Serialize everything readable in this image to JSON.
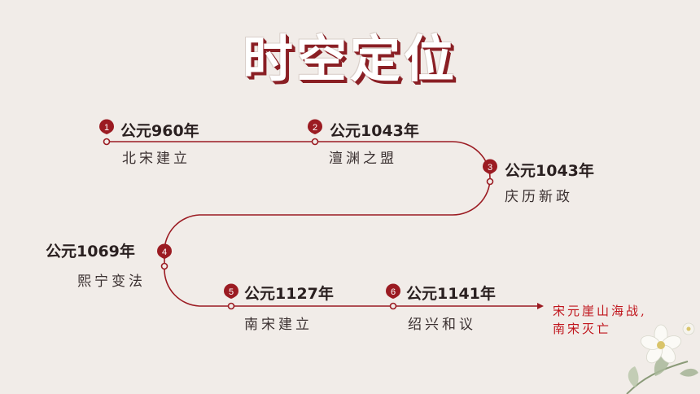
{
  "title": "时空定位",
  "colors": {
    "accent": "#9b1b22",
    "final_text": "#c0141b",
    "background": "#f1ece8"
  },
  "events": [
    {
      "num": "1",
      "year": "公元960年",
      "event": "北宋建立"
    },
    {
      "num": "2",
      "year": "公元1043年",
      "event": "澶渊之盟"
    },
    {
      "num": "3",
      "year": "公元1043年",
      "event": "庆历新政"
    },
    {
      "num": "4",
      "year": "公元1069年",
      "event": "熙宁变法"
    },
    {
      "num": "5",
      "year": "公元1127年",
      "event": "南宋建立"
    },
    {
      "num": "6",
      "year": "公元1141年",
      "event": "绍兴和议"
    }
  ],
  "final_event": {
    "line1": "宋元崖山海战,",
    "line2": "南宋灭亡"
  },
  "decoration": {
    "icon": "flower-icon"
  }
}
